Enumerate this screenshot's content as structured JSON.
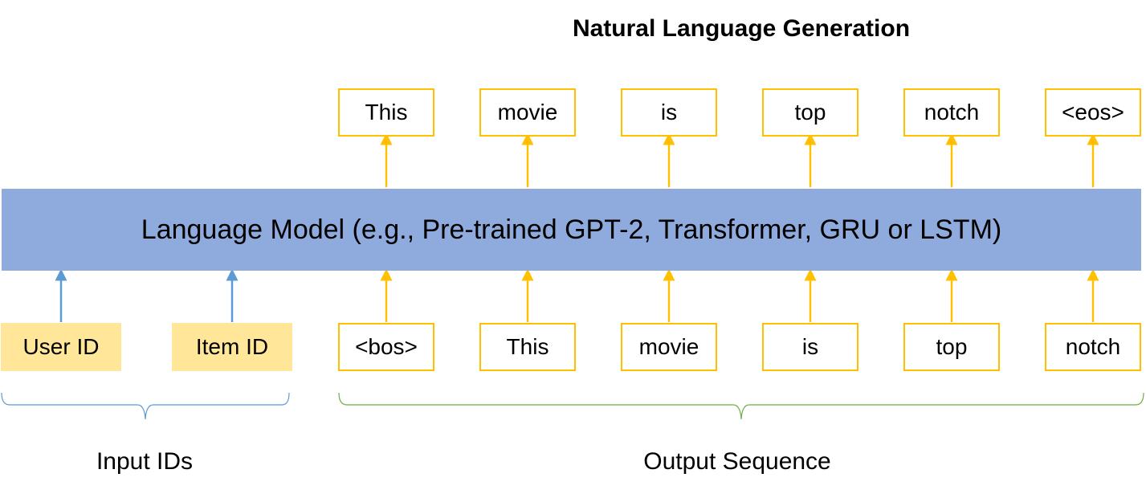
{
  "title": "Natural Language Generation",
  "language_model": {
    "label": "Language Model (e.g., Pre-trained GPT-2, Transformer, GRU or LSTM)"
  },
  "input_ids": {
    "items": [
      {
        "label": "User ID"
      },
      {
        "label": "Item ID"
      }
    ],
    "group_label": "Input IDs"
  },
  "output_sequence": {
    "input_tokens": [
      {
        "label": "<bos>"
      },
      {
        "label": "This"
      },
      {
        "label": "movie"
      },
      {
        "label": "is"
      },
      {
        "label": "top"
      },
      {
        "label": "notch"
      }
    ],
    "generated_tokens": [
      {
        "label": "This"
      },
      {
        "label": "movie"
      },
      {
        "label": "is"
      },
      {
        "label": "top"
      },
      {
        "label": "notch"
      },
      {
        "label": "<eos>"
      }
    ],
    "group_label": "Output Sequence"
  },
  "colors": {
    "model_fill": "#8faadc",
    "token_border": "#ffc000",
    "id_fill": "#ffe699",
    "id_arrow": "#5b9bd5",
    "input_brace": "#5b9bd5",
    "output_brace": "#70ad47"
  }
}
